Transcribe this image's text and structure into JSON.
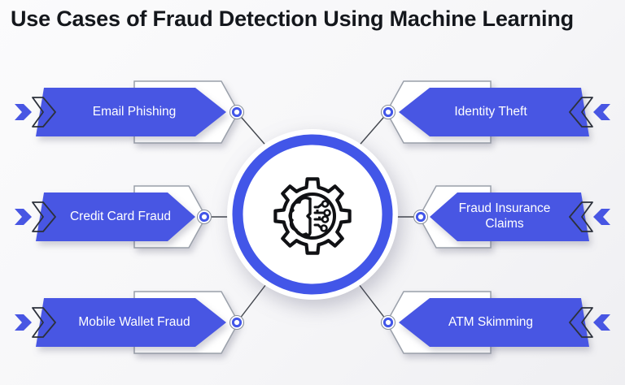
{
  "title": "Use Cases of Fraud Detection Using Machine Learning",
  "center": {
    "icon": "ai-brain-gear",
    "description": "gear with half brain and circuit nodes"
  },
  "banners": {
    "left": [
      {
        "label": "Email Phishing"
      },
      {
        "label": "Credit Card Fraud"
      },
      {
        "label": "Mobile Wallet Fraud"
      }
    ],
    "right": [
      {
        "label": "Identity Theft"
      },
      {
        "label": "Fraud Insurance Claims"
      },
      {
        "label": "ATM Skimming"
      }
    ]
  },
  "colors": {
    "banner_blue": "#4856e3",
    "ring_blue": "#4256e8",
    "outline_gray": "#9aa0aa",
    "chevron_dark": "#2c313b",
    "title_text": "#14171c",
    "banner_text": "#ffffff"
  }
}
